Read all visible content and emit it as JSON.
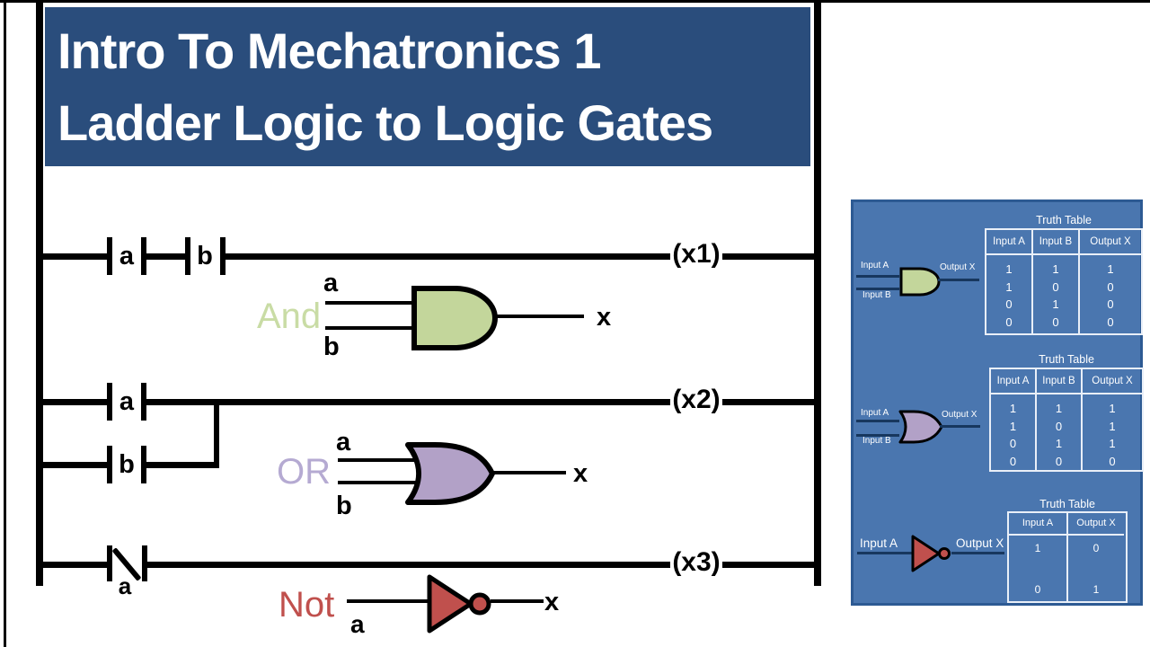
{
  "title": {
    "line1": "Intro To Mechatronics 1",
    "line2": "Ladder Logic to Logic Gates"
  },
  "colors": {
    "title_bg": "#2a4d7c",
    "panel_bg": "#4a76af",
    "panel_border": "#2d5a93",
    "and_fill": "#c3d69b",
    "and_label": "#c9dca5",
    "or_fill": "#b2a1c7",
    "or_label": "#b5aad2",
    "not_fill": "#c0504d",
    "wire": "#000000",
    "panel_wire": "#17375e"
  },
  "ladder": {
    "rung1": {
      "contact1": "a",
      "contact2": "b",
      "coil": "(x1)"
    },
    "rung2": {
      "contact1": "a",
      "contact2": "b",
      "coil": "(x2)"
    },
    "rung3": {
      "contact1": "a",
      "coil": "(x3)"
    }
  },
  "gates": {
    "and": {
      "label": "And",
      "in1": "a",
      "in2": "b",
      "out": "x"
    },
    "or": {
      "label": "OR",
      "in1": "a",
      "in2": "b",
      "out": "x"
    },
    "not": {
      "label": "Not",
      "in": "a",
      "out": "x"
    }
  },
  "panel": {
    "sections": [
      {
        "kind": "and",
        "title": "Truth Table",
        "gate_in1": "Input A",
        "gate_in2": "Input B",
        "gate_out": "Output X",
        "headers": [
          "Input A",
          "Input B",
          "Output X"
        ],
        "rows": [
          [
            "1",
            "1",
            "1"
          ],
          [
            "1",
            "0",
            "0"
          ],
          [
            "0",
            "1",
            "0"
          ],
          [
            "0",
            "0",
            "0"
          ]
        ]
      },
      {
        "kind": "or",
        "title": "Truth Table",
        "gate_in1": "Input A",
        "gate_in2": "Input B",
        "gate_out": "Output X",
        "headers": [
          "Input A",
          "Input B",
          "Output X"
        ],
        "rows": [
          [
            "1",
            "1",
            "1"
          ],
          [
            "1",
            "0",
            "1"
          ],
          [
            "0",
            "1",
            "1"
          ],
          [
            "0",
            "0",
            "0"
          ]
        ]
      },
      {
        "kind": "not",
        "title": "Truth Table",
        "gate_in": "Input A",
        "gate_out": "Output X",
        "headers": [
          "Input A",
          "Output X"
        ],
        "rows": [
          [
            "1",
            "0"
          ],
          [
            "0",
            "1"
          ]
        ]
      }
    ]
  }
}
